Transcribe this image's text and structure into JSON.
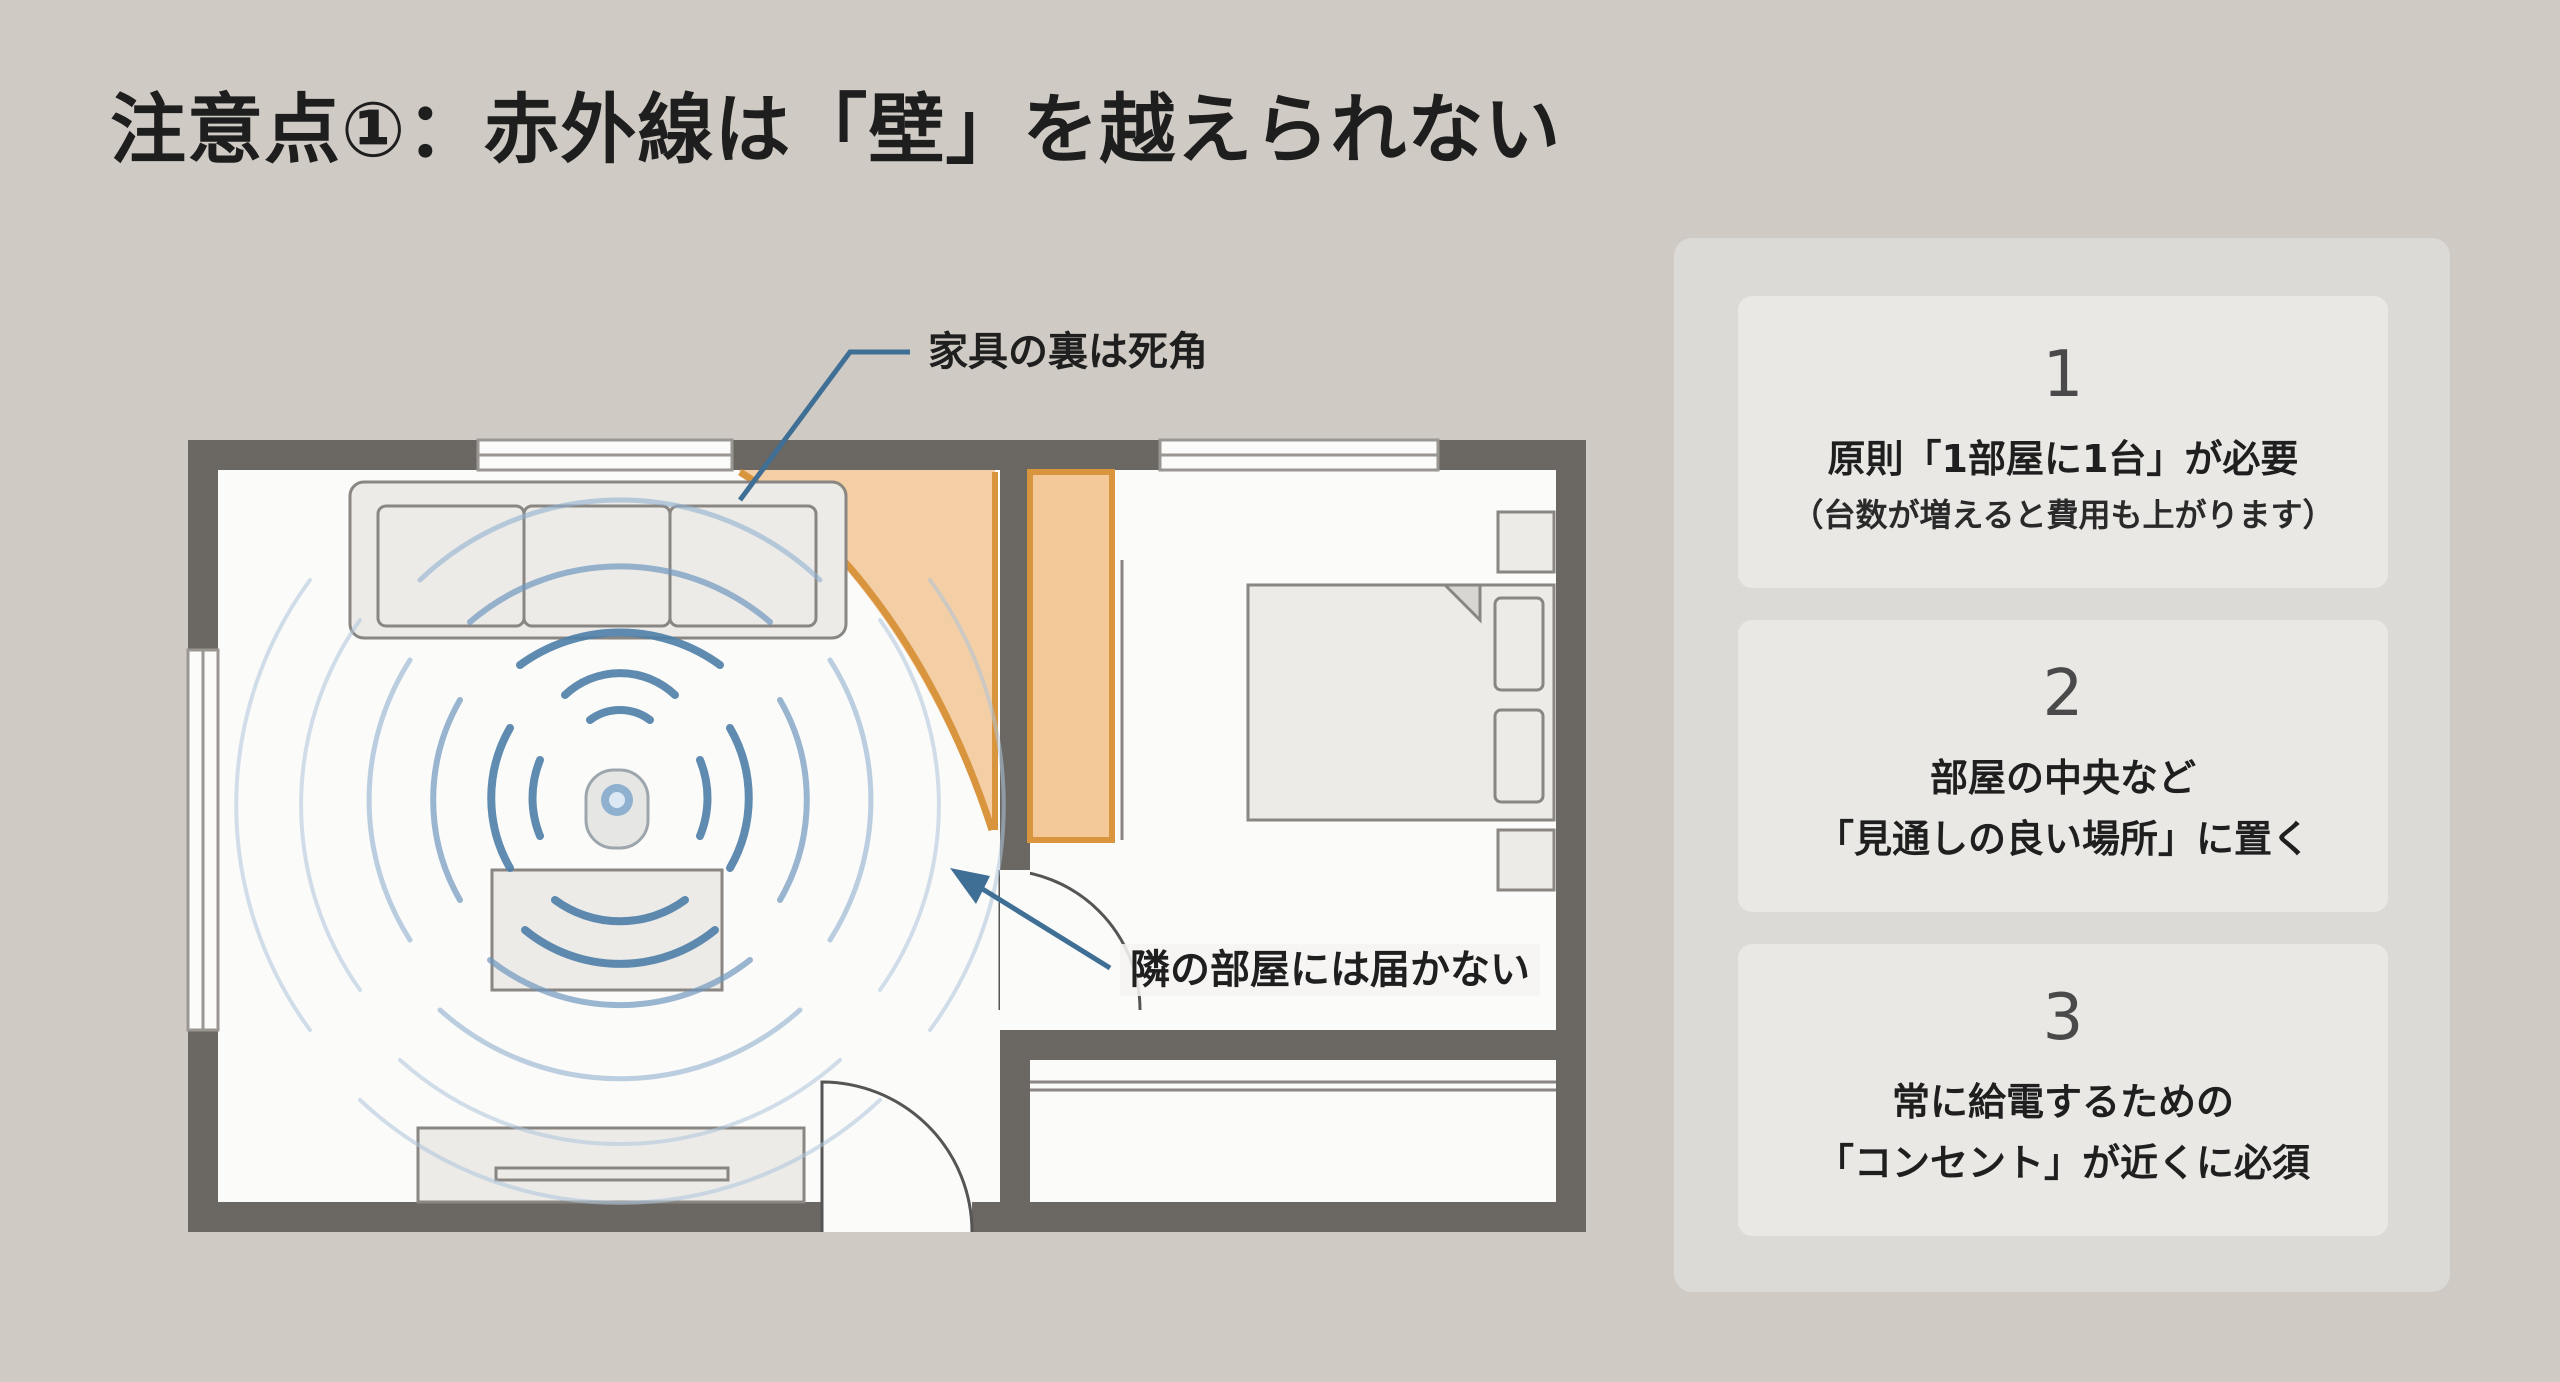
{
  "title": "注意点①：赤外線は「壁」を越えられない",
  "callouts": {
    "blind_spot": "家具の裏は死角",
    "next_room": "隣の部屋には届かない"
  },
  "cards": [
    {
      "number": "1",
      "line1": "原則「1部屋に1台」が必要",
      "line2": "（台数が増えると費用も上がります）"
    },
    {
      "number": "2",
      "line1": "部屋の中央など",
      "line2": "「見通しの良い場所」に置く"
    },
    {
      "number": "3",
      "line1": "常に給電するための",
      "line2": "「コンセント」が近くに必須"
    }
  ],
  "colors": {
    "background": "#cfcac4",
    "wall": "#6b6763",
    "signal": "#4f7fa8",
    "blind_spot": "#f3c99a",
    "blind_spot_edge": "#d9943e",
    "callout_line": "#3f6f95"
  }
}
